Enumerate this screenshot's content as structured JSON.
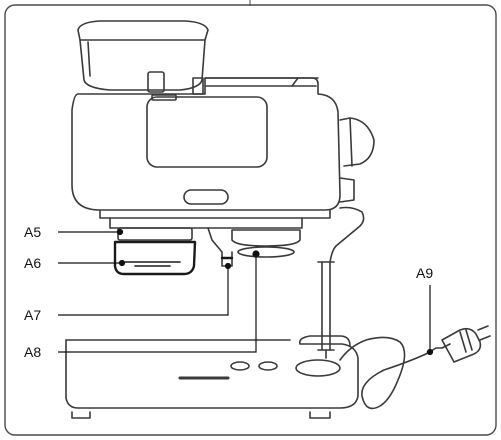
{
  "callouts": {
    "a5": "A5",
    "a6": "A6",
    "a7": "A7",
    "a8": "A8",
    "a9": "A9"
  },
  "colors": {
    "stroke": "#3a3a3a",
    "leader": "#111111",
    "part_highlight": "#1a1a1a",
    "frame": "#4a4a4a"
  }
}
